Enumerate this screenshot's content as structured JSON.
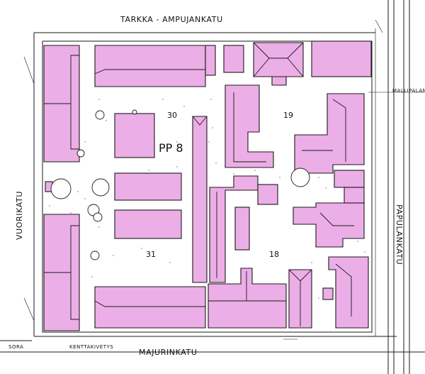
{
  "map": {
    "streets": {
      "north": "TARKKA - AMPUJANKATU",
      "west": "VUORIKATU",
      "east": "PAPULANKATU",
      "south": "MAJURINKATU",
      "northeast": "MALLIPALAN",
      "southwest": "SORA",
      "south_path": "KENTTAKIVETYS"
    },
    "block_label": "PP 8",
    "lots": [
      "30",
      "19",
      "31",
      "18"
    ],
    "colors": {
      "building": "#ecaee6",
      "outline": "#1a1a1a",
      "ground": "#ffffff"
    }
  }
}
